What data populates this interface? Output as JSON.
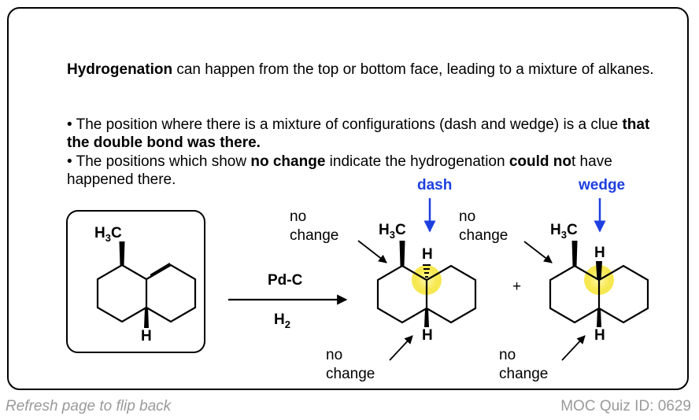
{
  "intro": {
    "bold": "Hydrogenation",
    "rest": " can happen from the top or bottom face, leading to a mixture of alkanes."
  },
  "bullet1": {
    "pre": "• The position where there is a mixture of configurations (dash and wedge) is a clue ",
    "bold": "that the double bond was there."
  },
  "bullet2": {
    "pre": "• The positions which show ",
    "bold1": "no change",
    "mid": " indicate the hydrogenation ",
    "bold2": "could no",
    "post": "t have happened there."
  },
  "reagent": {
    "top": "Pd-C",
    "bottom_main": "H",
    "bottom_sub": "2"
  },
  "labels": {
    "methyl_main": "H",
    "methyl_sub": "3",
    "methyl_end": "C",
    "h": "H",
    "no": "no",
    "change": "change",
    "dash": "dash",
    "wedge": "wedge",
    "plus": "+"
  },
  "footer": {
    "refresh": "Refresh page to flip back",
    "quiz": "MOC Quiz ID: 0629"
  },
  "colors": {
    "blue": "#1e3fe0",
    "highlight": "#f5e431",
    "gray": "#9a9a9a"
  }
}
